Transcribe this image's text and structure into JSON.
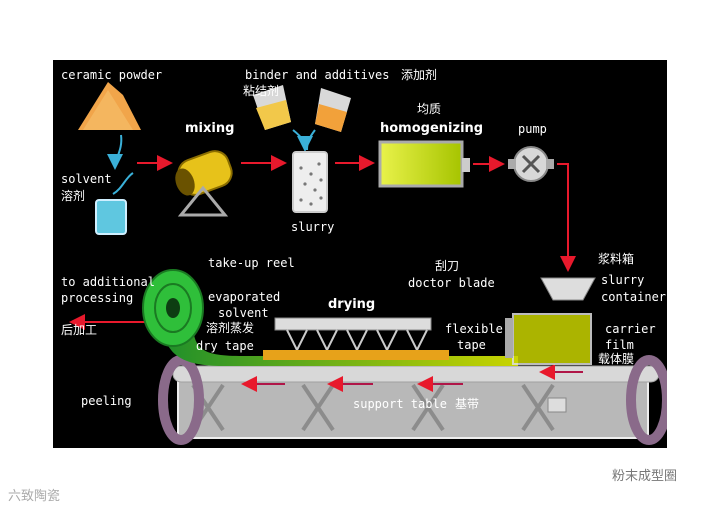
{
  "labels": {
    "ceramic_powder": "ceramic powder",
    "binder_additives": "binder and additives",
    "binder_additives_zh": "添加剂",
    "binder_zh": "粘结剂",
    "mixing": "mixing",
    "homogenize_zh": "均质",
    "homogenizing": "homogenizing",
    "pump": "pump",
    "solvent": "solvent",
    "solvent_zh": "溶剂",
    "slurry": "slurry",
    "take_up_reel": "take-up reel",
    "to_additional": "to additional",
    "processing": "processing",
    "post_process_zh": "后加工",
    "evaporated": "evaporated",
    "evap_solvent": "solvent",
    "evap_zh": "溶剂蒸发",
    "dry_tape": "dry tape",
    "drying": "drying",
    "blade_zh": "刮刀",
    "doctor_blade": "doctor blade",
    "container_zh": "浆料箱",
    "slurry_word": "slurry",
    "container": "container",
    "flexible": "flexible",
    "tape": "tape",
    "carrier": "carrier",
    "film": "film",
    "carrier_zh": "载体膜",
    "peeling": "peeling",
    "support_table": "support table",
    "support_zh": "基带"
  },
  "watermark_left": "六致陶瓷",
  "watermark_right": "粉末成型圈",
  "colors": {
    "background": "#000000",
    "arrow": "#e8192c",
    "tape": "#2fbf3a",
    "slurry": "#c9d400",
    "table": "#c9c9c9",
    "frame": "#8a6a8a"
  }
}
